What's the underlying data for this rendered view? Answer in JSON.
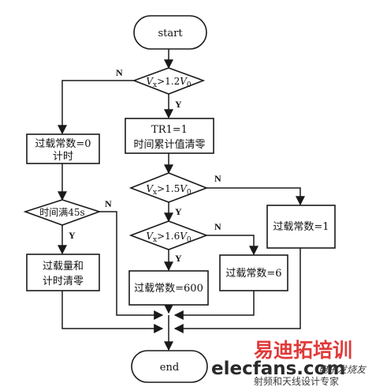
{
  "flowchart": {
    "start_label": "start",
    "end_label": "end",
    "decision_v1": {
      "lhs": "V",
      "sub": "x",
      "op": ">1.2",
      "rhs": "V",
      "rsub": "0"
    },
    "decision_v2": {
      "lhs": "V",
      "sub": "x",
      "op": ">1.5",
      "rhs": "V",
      "rsub": "0"
    },
    "decision_v3": {
      "lhs": "V",
      "sub": "x",
      "op": ">1.6",
      "rhs": "V",
      "rsub": "0"
    },
    "decision_time": "时间满45s",
    "box_tr1_line1": "TR1=1",
    "box_tr1_line2": "时间累计值清零",
    "box_overload0_line1": "过载常数=0",
    "box_overload0_line2": "计时",
    "box_clear_line1": "过载量和",
    "box_clear_line2": "计时清零",
    "box_overload1": "过载常数=1",
    "box_overload6": "过载常数=6",
    "box_overload600": "过载常数=600",
    "label_yes": "Y",
    "label_no": "N"
  },
  "watermark": {
    "brand_red": "易迪拓培训",
    "brand_site": "elecfans.com",
    "brand_cn": "电子发烧友",
    "tagline": "射频和天线设计专家",
    "color_red": "#e03a3a",
    "color_dark": "#2a2a2a"
  }
}
